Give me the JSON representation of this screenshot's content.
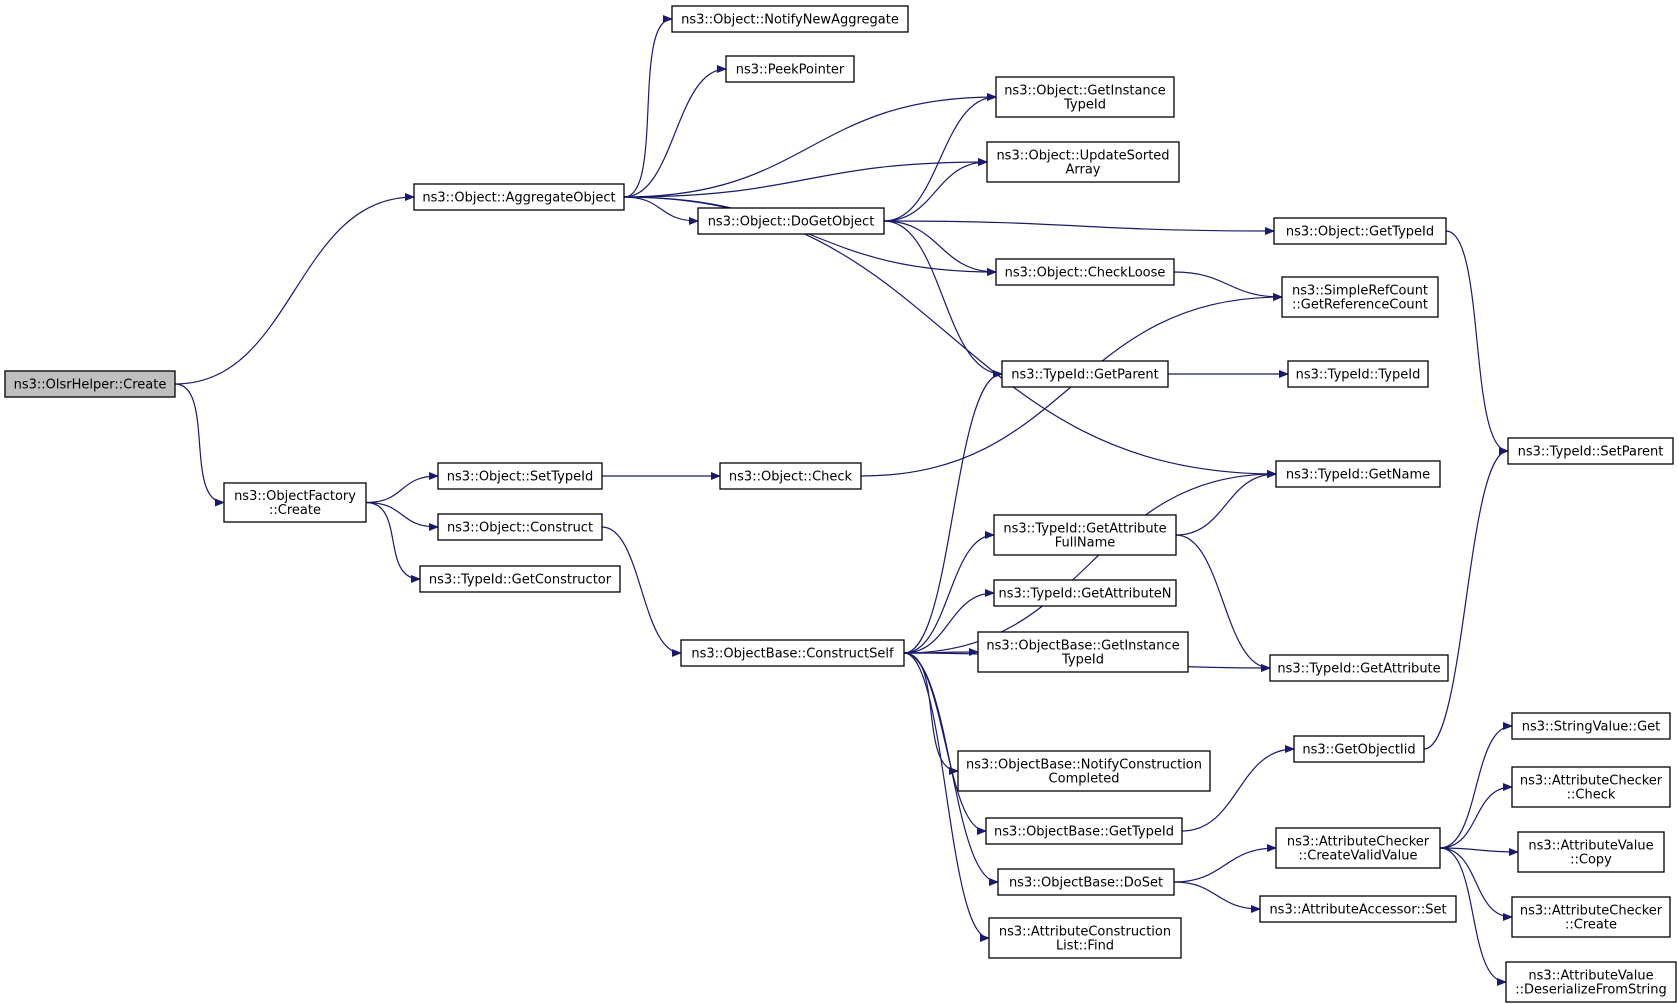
{
  "diagram": {
    "nodes": [
      {
        "id": "olsr_create",
        "lines": [
          "ns3::OlsrHelper::Create"
        ],
        "root": true
      },
      {
        "id": "aggregate_object",
        "lines": [
          "ns3::Object::AggregateObject"
        ]
      },
      {
        "id": "object_factory_create",
        "lines": [
          "ns3::ObjectFactory",
          "::Create"
        ]
      },
      {
        "id": "notify_new_aggregate",
        "lines": [
          "ns3::Object::NotifyNewAggregate"
        ]
      },
      {
        "id": "peek_pointer",
        "lines": [
          "ns3::PeekPointer"
        ]
      },
      {
        "id": "get_instance_typeid",
        "lines": [
          "ns3::Object::GetInstance",
          "TypeId"
        ]
      },
      {
        "id": "update_sorted_array",
        "lines": [
          "ns3::Object::UpdateSorted",
          "Array"
        ]
      },
      {
        "id": "do_get_object",
        "lines": [
          "ns3::Object::DoGetObject"
        ]
      },
      {
        "id": "object_get_typeid",
        "lines": [
          "ns3::Object::GetTypeId"
        ]
      },
      {
        "id": "check_loose",
        "lines": [
          "ns3::Object::CheckLoose"
        ]
      },
      {
        "id": "get_reference_count",
        "lines": [
          "ns3::SimpleRefCount",
          "::GetReferenceCount"
        ]
      },
      {
        "id": "typeid_get_parent",
        "lines": [
          "ns3::TypeId::GetParent"
        ]
      },
      {
        "id": "typeid_typeid",
        "lines": [
          "ns3::TypeId::TypeId"
        ]
      },
      {
        "id": "typeid_set_parent",
        "lines": [
          "ns3::TypeId::SetParent"
        ]
      },
      {
        "id": "object_set_typeid",
        "lines": [
          "ns3::Object::SetTypeId"
        ]
      },
      {
        "id": "object_check",
        "lines": [
          "ns3::Object::Check"
        ]
      },
      {
        "id": "typeid_get_name",
        "lines": [
          "ns3::TypeId::GetName"
        ]
      },
      {
        "id": "object_construct",
        "lines": [
          "ns3::Object::Construct"
        ]
      },
      {
        "id": "get_attribute_fullname",
        "lines": [
          "ns3::TypeId::GetAttribute",
          "FullName"
        ]
      },
      {
        "id": "typeid_get_constructor",
        "lines": [
          "ns3::TypeId::GetConstructor"
        ]
      },
      {
        "id": "get_attribute_n",
        "lines": [
          "ns3::TypeId::GetAttributeN"
        ]
      },
      {
        "id": "construct_self",
        "lines": [
          "ns3::ObjectBase::ConstructSelf"
        ]
      },
      {
        "id": "objectbase_get_instance_typeid",
        "lines": [
          "ns3::ObjectBase::GetInstance",
          "TypeId"
        ]
      },
      {
        "id": "typeid_get_attribute",
        "lines": [
          "ns3::TypeId::GetAttribute"
        ]
      },
      {
        "id": "string_value_get",
        "lines": [
          "ns3::StringValue::Get"
        ]
      },
      {
        "id": "get_object_iid",
        "lines": [
          "ns3::GetObjectIid"
        ]
      },
      {
        "id": "notify_construction_completed",
        "lines": [
          "ns3::ObjectBase::NotifyConstruction",
          "Completed"
        ]
      },
      {
        "id": "attribute_checker_check",
        "lines": [
          "ns3::AttributeChecker",
          "::Check"
        ]
      },
      {
        "id": "objectbase_get_typeid",
        "lines": [
          "ns3::ObjectBase::GetTypeId"
        ]
      },
      {
        "id": "create_valid_value",
        "lines": [
          "ns3::AttributeChecker",
          "::CreateValidValue"
        ]
      },
      {
        "id": "attribute_value_copy",
        "lines": [
          "ns3::AttributeValue",
          "::Copy"
        ]
      },
      {
        "id": "objectbase_do_set",
        "lines": [
          "ns3::ObjectBase::DoSet"
        ]
      },
      {
        "id": "attribute_accessor_set",
        "lines": [
          "ns3::AttributeAccessor::Set"
        ]
      },
      {
        "id": "attribute_checker_create",
        "lines": [
          "ns3::AttributeChecker",
          "::Create"
        ]
      },
      {
        "id": "attribute_construction_list_find",
        "lines": [
          "ns3::AttributeConstruction",
          "List::Find"
        ]
      },
      {
        "id": "deserialize_from_string",
        "lines": [
          "ns3::AttributeValue",
          "::DeserializeFromString"
        ]
      }
    ],
    "edges": [
      {
        "from": "olsr_create",
        "to": "aggregate_object"
      },
      {
        "from": "olsr_create",
        "to": "object_factory_create"
      },
      {
        "from": "aggregate_object",
        "to": "notify_new_aggregate"
      },
      {
        "from": "aggregate_object",
        "to": "peek_pointer"
      },
      {
        "from": "aggregate_object",
        "to": "get_instance_typeid"
      },
      {
        "from": "aggregate_object",
        "to": "update_sorted_array"
      },
      {
        "from": "aggregate_object",
        "to": "do_get_object"
      },
      {
        "from": "aggregate_object",
        "to": "check_loose"
      },
      {
        "from": "aggregate_object",
        "to": "typeid_get_name"
      },
      {
        "from": "do_get_object",
        "to": "get_instance_typeid"
      },
      {
        "from": "do_get_object",
        "to": "update_sorted_array"
      },
      {
        "from": "do_get_object",
        "to": "object_get_typeid"
      },
      {
        "from": "do_get_object",
        "to": "check_loose"
      },
      {
        "from": "do_get_object",
        "to": "typeid_get_parent"
      },
      {
        "from": "object_get_typeid",
        "to": "typeid_set_parent"
      },
      {
        "from": "check_loose",
        "to": "get_reference_count"
      },
      {
        "from": "typeid_get_parent",
        "to": "typeid_typeid"
      },
      {
        "from": "object_factory_create",
        "to": "object_set_typeid"
      },
      {
        "from": "object_factory_create",
        "to": "object_construct"
      },
      {
        "from": "object_factory_create",
        "to": "typeid_get_constructor"
      },
      {
        "from": "object_set_typeid",
        "to": "object_check"
      },
      {
        "from": "object_check",
        "to": "get_reference_count"
      },
      {
        "from": "object_construct",
        "to": "construct_self"
      },
      {
        "from": "construct_self",
        "to": "typeid_get_parent"
      },
      {
        "from": "construct_self",
        "to": "typeid_get_name"
      },
      {
        "from": "construct_self",
        "to": "get_attribute_fullname"
      },
      {
        "from": "construct_self",
        "to": "get_attribute_n"
      },
      {
        "from": "construct_self",
        "to": "objectbase_get_instance_typeid"
      },
      {
        "from": "construct_self",
        "to": "typeid_get_attribute"
      },
      {
        "from": "construct_self",
        "to": "notify_construction_completed"
      },
      {
        "from": "construct_self",
        "to": "objectbase_get_typeid"
      },
      {
        "from": "construct_self",
        "to": "objectbase_do_set"
      },
      {
        "from": "construct_self",
        "to": "attribute_construction_list_find"
      },
      {
        "from": "get_attribute_fullname",
        "to": "typeid_get_name"
      },
      {
        "from": "get_attribute_fullname",
        "to": "typeid_get_attribute"
      },
      {
        "from": "objectbase_get_typeid",
        "to": "get_object_iid"
      },
      {
        "from": "get_object_iid",
        "to": "typeid_set_parent"
      },
      {
        "from": "objectbase_do_set",
        "to": "create_valid_value"
      },
      {
        "from": "objectbase_do_set",
        "to": "attribute_accessor_set"
      },
      {
        "from": "create_valid_value",
        "to": "string_value_get"
      },
      {
        "from": "create_valid_value",
        "to": "attribute_checker_check"
      },
      {
        "from": "create_valid_value",
        "to": "attribute_value_copy"
      },
      {
        "from": "create_valid_value",
        "to": "attribute_checker_create"
      },
      {
        "from": "create_valid_value",
        "to": "deserialize_from_string"
      }
    ],
    "colors": {
      "edge": "#191970",
      "root_fill": "#bfbfbf",
      "node_fill": "#ffffff",
      "node_stroke": "#000000"
    }
  }
}
